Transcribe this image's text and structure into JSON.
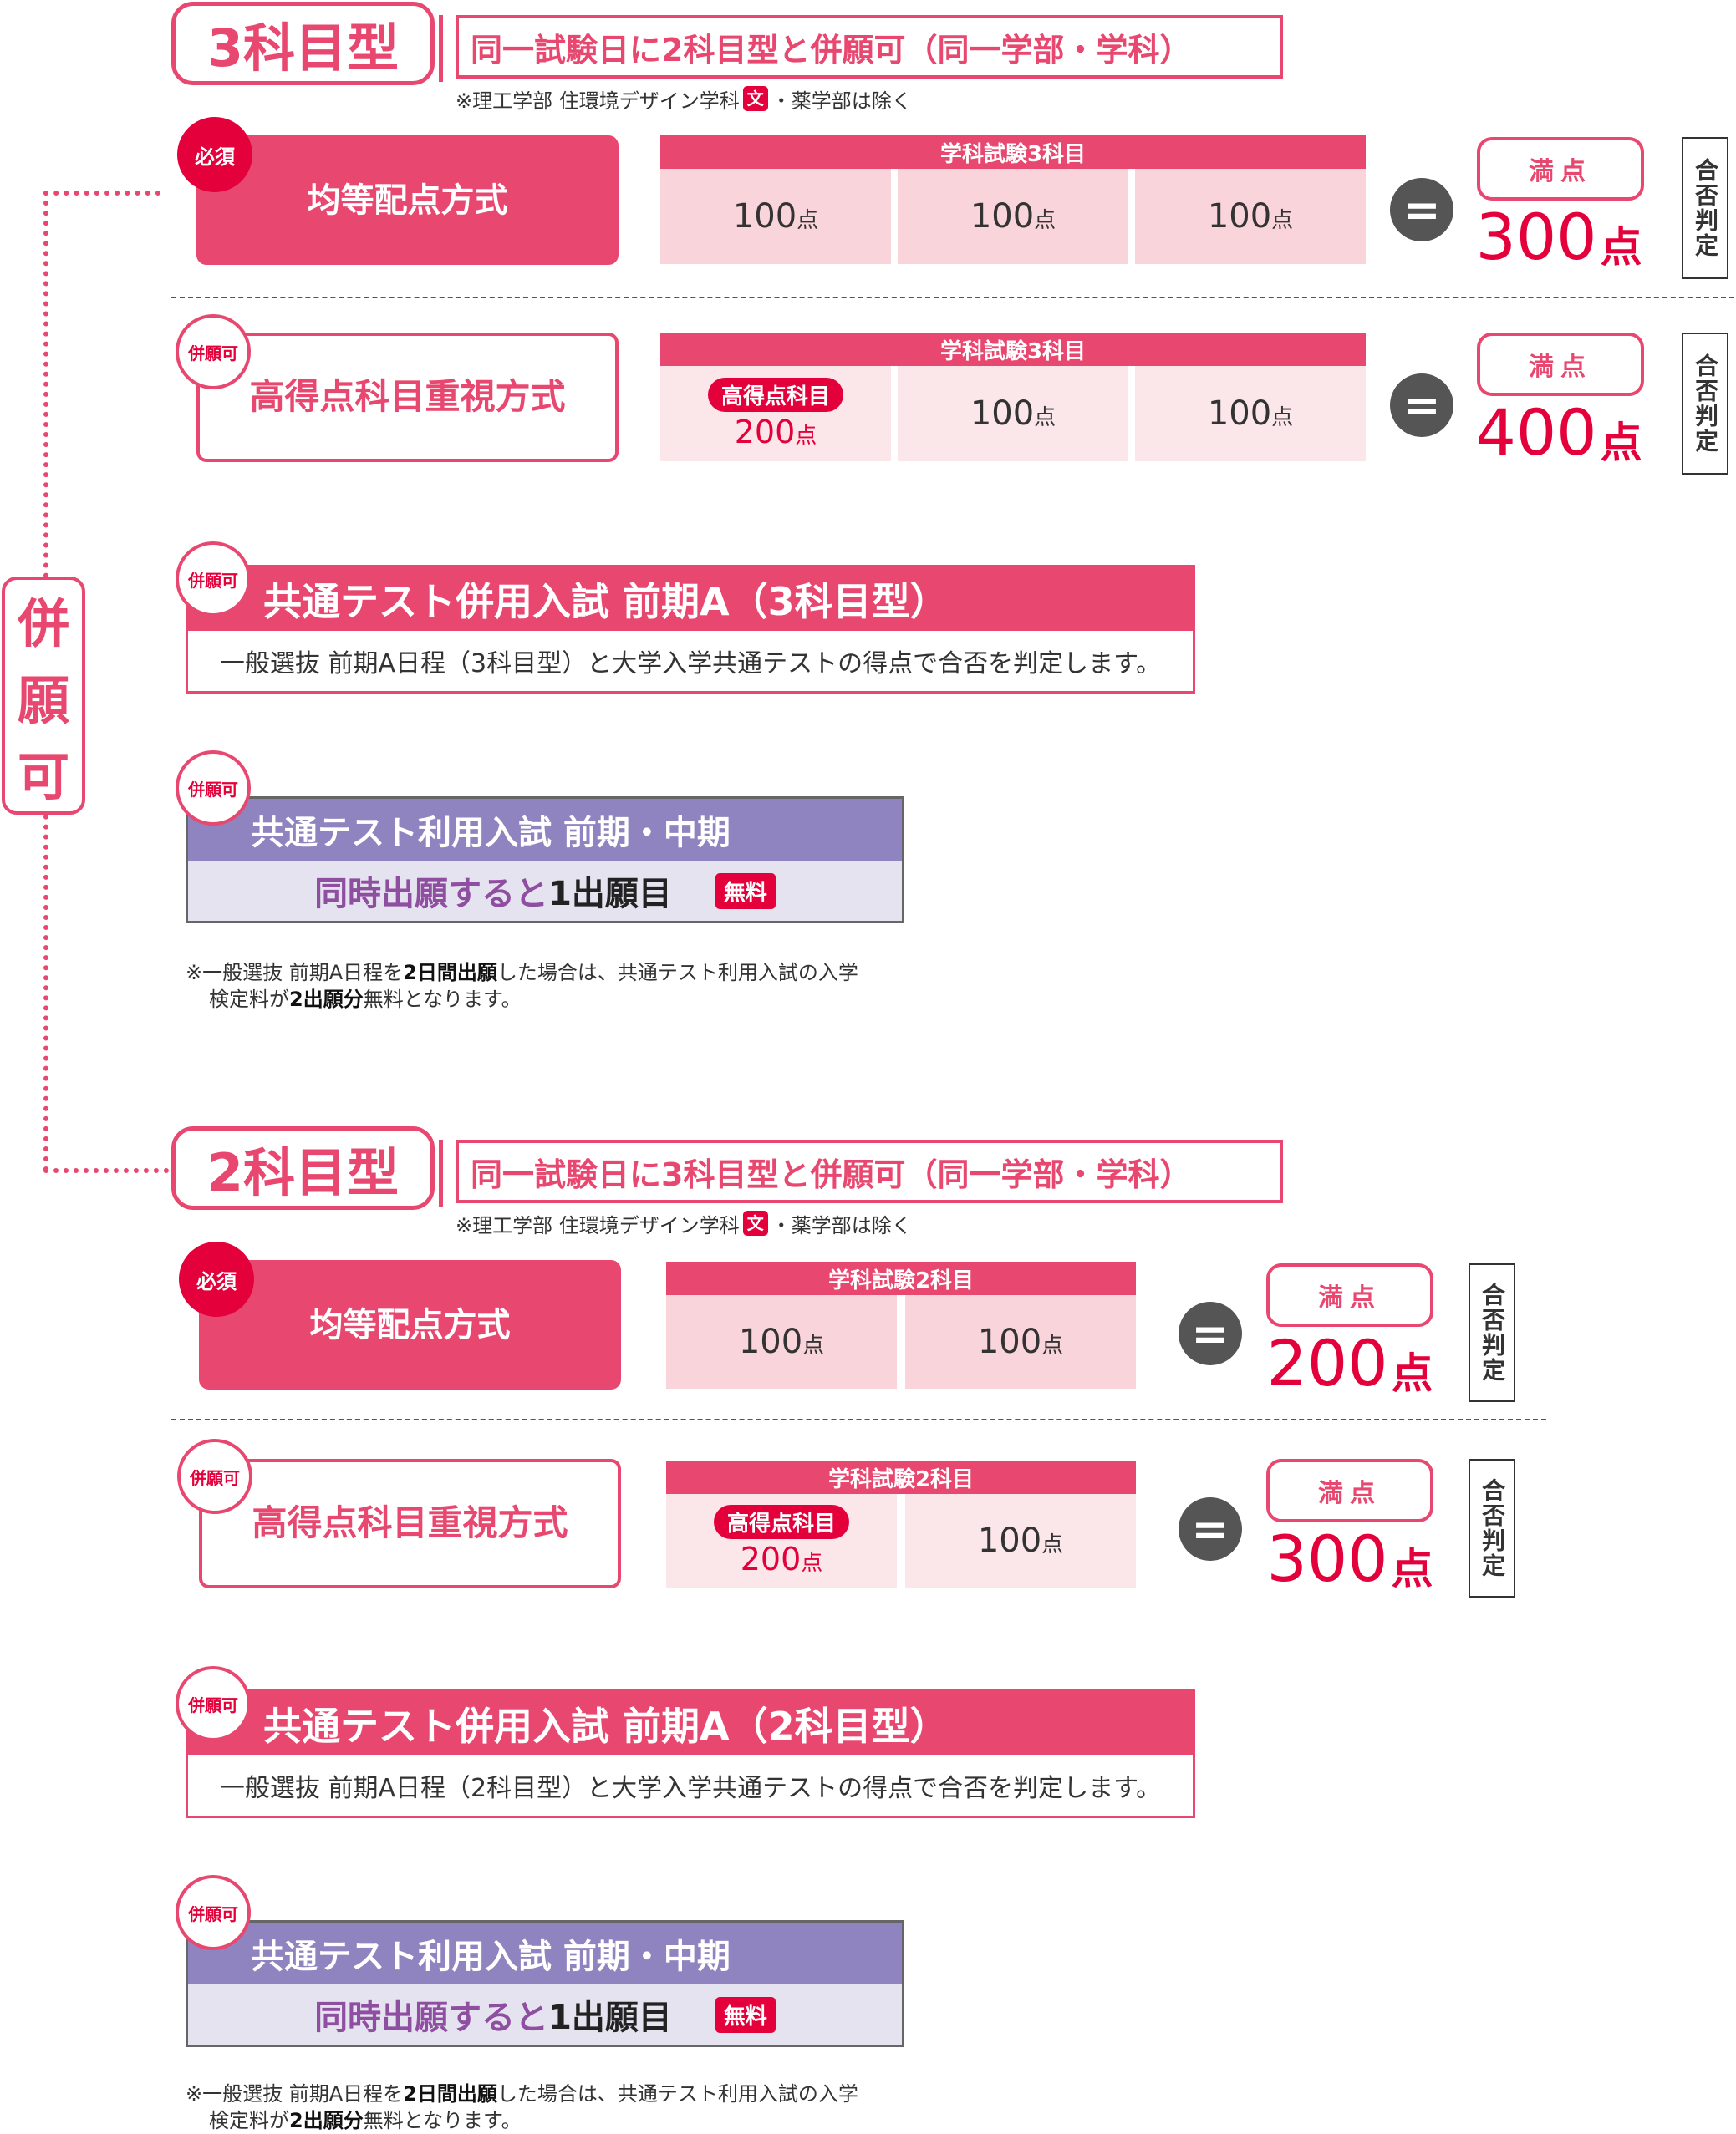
{
  "side_label": [
    "併",
    "願",
    "可"
  ],
  "sections": [
    {
      "type_title": "3科目型",
      "subtitle": "同一試験日に2科目型と併願可（同一学部・学科）",
      "note_before": "※理工学部 住環境デザイン学科",
      "note_badge": "文",
      "note_after": "・薬学部は除く",
      "methods": [
        {
          "badge": "必須",
          "name": "均等配点方式",
          "table_header": "学科試験3科目",
          "cells": [
            {
              "value": "100",
              "unit": "点"
            },
            {
              "value": "100",
              "unit": "点"
            },
            {
              "value": "100",
              "unit": "点"
            }
          ],
          "equals": "=",
          "full_label": "満点",
          "full_value": "300",
          "full_unit": "点",
          "judge": "合否判定"
        },
        {
          "badge": "併願可",
          "name": "高得点科目重視方式",
          "table_header": "学科試験3科目",
          "highlight_label": "高得点科目",
          "cells": [
            {
              "value": "200",
              "unit": "点"
            },
            {
              "value": "100",
              "unit": "点"
            },
            {
              "value": "100",
              "unit": "点"
            }
          ],
          "equals": "=",
          "full_label": "満点",
          "full_value": "400",
          "full_unit": "点",
          "judge": "合否判定"
        }
      ],
      "combo_common": {
        "badge": "併願可",
        "title": "共通テスト併用入試 前期A（3科目型）",
        "desc": "一般選抜 前期A日程（3科目型）と大学入学共通テストの得点で合否を判定します。"
      },
      "combo_use": {
        "badge": "併願可",
        "title": "共通テスト利用入試 前期・中期",
        "body_colored": "同時出願すると",
        "body_dark": "1出願目",
        "free": "無料"
      },
      "footnote": {
        "p1": "※一般選抜 前期A日程を",
        "b1": "2日間出願",
        "p2": "した場合は、共通テスト利用入試の入学",
        "p3": "検定料が",
        "b2": "2出願分",
        "p4": "無料となります。"
      }
    },
    {
      "type_title": "2科目型",
      "subtitle": "同一試験日に3科目型と併願可（同一学部・学科）",
      "note_before": "※理工学部 住環境デザイン学科",
      "note_badge": "文",
      "note_after": "・薬学部は除く",
      "methods": [
        {
          "badge": "必須",
          "name": "均等配点方式",
          "table_header": "学科試験2科目",
          "cells": [
            {
              "value": "100",
              "unit": "点"
            },
            {
              "value": "100",
              "unit": "点"
            }
          ],
          "equals": "=",
          "full_label": "満点",
          "full_value": "200",
          "full_unit": "点",
          "judge": "合否判定"
        },
        {
          "badge": "併願可",
          "name": "高得点科目重視方式",
          "table_header": "学科試験2科目",
          "highlight_label": "高得点科目",
          "cells": [
            {
              "value": "200",
              "unit": "点"
            },
            {
              "value": "100",
              "unit": "点"
            }
          ],
          "equals": "=",
          "full_label": "満点",
          "full_value": "300",
          "full_unit": "点",
          "judge": "合否判定"
        }
      ],
      "combo_common": {
        "badge": "併願可",
        "title": "共通テスト併用入試 前期A（2科目型）",
        "desc": "一般選抜 前期A日程（2科目型）と大学入学共通テストの得点で合否を判定します。"
      },
      "combo_use": {
        "badge": "併願可",
        "title": "共通テスト利用入試 前期・中期",
        "body_colored": "同時出願すると",
        "body_dark": "1出願目",
        "free": "無料"
      },
      "footnote": {
        "p1": "※一般選抜 前期A日程を",
        "b1": "2日間出願",
        "p2": "した場合は、共通テスト利用入試の入学",
        "p3": "検定料が",
        "b2": "2出願分",
        "p4": "無料となります。"
      }
    }
  ]
}
